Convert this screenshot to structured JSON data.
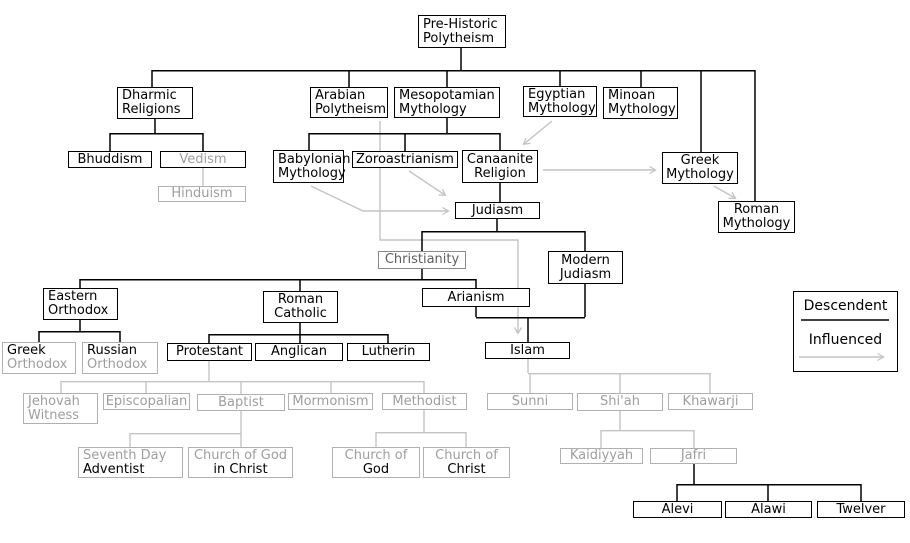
{
  "legend": {
    "descendent": "Descendent",
    "influenced": "Influenced"
  },
  "colors": {
    "black": "#000000",
    "gray_text": "#9e9e9e",
    "dark_gray_text": "#5f5f5f",
    "gray_line": "#c4c4c4"
  },
  "nodes": [
    {
      "id": "pre-historic-polytheism",
      "lines": [
        {
          "text": "Pre-Historic",
          "tone": "k"
        },
        {
          "text": "Polytheism",
          "tone": "k"
        }
      ]
    },
    {
      "id": "dharmic-religions",
      "lines": [
        {
          "text": "Dharmic",
          "tone": "k"
        },
        {
          "text": "Religions",
          "tone": "k"
        }
      ]
    },
    {
      "id": "arabian-polytheism",
      "lines": [
        {
          "text": "Arabian",
          "tone": "k"
        },
        {
          "text": "Polytheism",
          "tone": "k"
        }
      ]
    },
    {
      "id": "mesopotamian-mythology",
      "lines": [
        {
          "text": "Mesopotamian",
          "tone": "k"
        },
        {
          "text": "Mythology",
          "tone": "k"
        }
      ]
    },
    {
      "id": "egyptian-mythology",
      "lines": [
        {
          "text": "Egyptian",
          "tone": "k"
        },
        {
          "text": "Mythology",
          "tone": "k"
        }
      ]
    },
    {
      "id": "minoan-mythology",
      "lines": [
        {
          "text": "Minoan",
          "tone": "k"
        },
        {
          "text": "Mythology",
          "tone": "k"
        }
      ]
    },
    {
      "id": "bhuddism",
      "lines": [
        {
          "text": "Bhuddism",
          "tone": "k"
        }
      ]
    },
    {
      "id": "vedism",
      "lines": [
        {
          "text": "Vedism",
          "tone": "g"
        }
      ]
    },
    {
      "id": "hinduism",
      "lines": [
        {
          "text": "Hinduism",
          "tone": "g"
        }
      ]
    },
    {
      "id": "babylonian-mythology",
      "lines": [
        {
          "text": "Babylonian",
          "tone": "k"
        },
        {
          "text": "Mythology",
          "tone": "k"
        }
      ]
    },
    {
      "id": "zoroastrianism",
      "lines": [
        {
          "text": "Zoroastrianism",
          "tone": "k"
        }
      ]
    },
    {
      "id": "canaanite-religion",
      "lines": [
        {
          "text": "Canaanite",
          "tone": "k"
        },
        {
          "text": "Religion",
          "tone": "k"
        }
      ]
    },
    {
      "id": "greek-mythology",
      "lines": [
        {
          "text": "Greek",
          "tone": "k"
        },
        {
          "text": "Mythology",
          "tone": "k"
        }
      ]
    },
    {
      "id": "roman-mythology",
      "lines": [
        {
          "text": "Roman",
          "tone": "k"
        },
        {
          "text": "Mythology",
          "tone": "k"
        }
      ]
    },
    {
      "id": "judiasm",
      "lines": [
        {
          "text": "Judiasm",
          "tone": "k"
        }
      ]
    },
    {
      "id": "christianity",
      "lines": [
        {
          "text": "Christianity",
          "tone": "d"
        }
      ]
    },
    {
      "id": "modern-judiasm",
      "lines": [
        {
          "text": "Modern",
          "tone": "k"
        },
        {
          "text": "Judiasm",
          "tone": "k"
        }
      ]
    },
    {
      "id": "arianism",
      "lines": [
        {
          "text": "Arianism",
          "tone": "k"
        }
      ]
    },
    {
      "id": "eastern-orthodox",
      "lines": [
        {
          "text": "Eastern",
          "tone": "k"
        },
        {
          "text": "Orthodox",
          "tone": "k"
        }
      ]
    },
    {
      "id": "roman-catholic",
      "lines": [
        {
          "text": "Roman",
          "tone": "k"
        },
        {
          "text": "Catholic",
          "tone": "k"
        }
      ]
    },
    {
      "id": "greek-orthodox",
      "lines": [
        {
          "text": "Greek",
          "tone": "k"
        },
        {
          "text": "Orthodox",
          "tone": "g"
        }
      ]
    },
    {
      "id": "russian-orthodox",
      "lines": [
        {
          "text": "Russian",
          "tone": "k"
        },
        {
          "text": "Orthodox",
          "tone": "g"
        }
      ]
    },
    {
      "id": "protestant",
      "lines": [
        {
          "text": "Protestant",
          "tone": "k"
        }
      ]
    },
    {
      "id": "anglican",
      "lines": [
        {
          "text": "Anglican",
          "tone": "k"
        }
      ]
    },
    {
      "id": "lutherin",
      "lines": [
        {
          "text": "Lutherin",
          "tone": "k"
        }
      ]
    },
    {
      "id": "jehovah-witness",
      "lines": [
        {
          "text": "Jehovah",
          "tone": "g"
        },
        {
          "text": "Witness",
          "tone": "g"
        }
      ]
    },
    {
      "id": "episcopalian",
      "lines": [
        {
          "text": "Episcopalian",
          "tone": "g"
        }
      ]
    },
    {
      "id": "baptist",
      "lines": [
        {
          "text": "Baptist",
          "tone": "g"
        }
      ]
    },
    {
      "id": "mormonism",
      "lines": [
        {
          "text": "Mormonism",
          "tone": "g"
        }
      ]
    },
    {
      "id": "methodist",
      "lines": [
        {
          "text": "Methodist",
          "tone": "g"
        }
      ]
    },
    {
      "id": "islam",
      "lines": [
        {
          "text": "Islam",
          "tone": "k"
        }
      ]
    },
    {
      "id": "sunni",
      "lines": [
        {
          "text": "Sunni",
          "tone": "g"
        }
      ]
    },
    {
      "id": "shiah",
      "lines": [
        {
          "text": "Shi'ah",
          "tone": "g"
        }
      ]
    },
    {
      "id": "khawarji",
      "lines": [
        {
          "text": "Khawarji",
          "tone": "g"
        }
      ]
    },
    {
      "id": "kaidiyyah",
      "lines": [
        {
          "text": "Kaidiyyah",
          "tone": "g"
        }
      ]
    },
    {
      "id": "jafri",
      "lines": [
        {
          "text": "Jafri",
          "tone": "g"
        }
      ]
    },
    {
      "id": "alevi",
      "lines": [
        {
          "text": "Alevi",
          "tone": "k"
        }
      ]
    },
    {
      "id": "alawi",
      "lines": [
        {
          "text": "Alawi",
          "tone": "k"
        }
      ]
    },
    {
      "id": "twelver",
      "lines": [
        {
          "text": "Twelver",
          "tone": "k"
        }
      ]
    },
    {
      "id": "seventh-day-adventist",
      "lines": [
        {
          "text": "Seventh Day",
          "tone": "g"
        },
        {
          "text": "Adventist",
          "tone": "k"
        }
      ]
    },
    {
      "id": "church-of-god-in-christ",
      "lines": [
        {
          "text": "Church of God",
          "tone": "g"
        },
        {
          "text": "in Christ",
          "tone": "k"
        }
      ]
    },
    {
      "id": "church-of-god",
      "lines": [
        {
          "text": "Church of",
          "tone": "g"
        },
        {
          "text": "God",
          "tone": "k"
        }
      ]
    },
    {
      "id": "church-of-christ",
      "lines": [
        {
          "text": "Church of",
          "tone": "g"
        },
        {
          "text": "Christ",
          "tone": "k"
        }
      ]
    }
  ]
}
